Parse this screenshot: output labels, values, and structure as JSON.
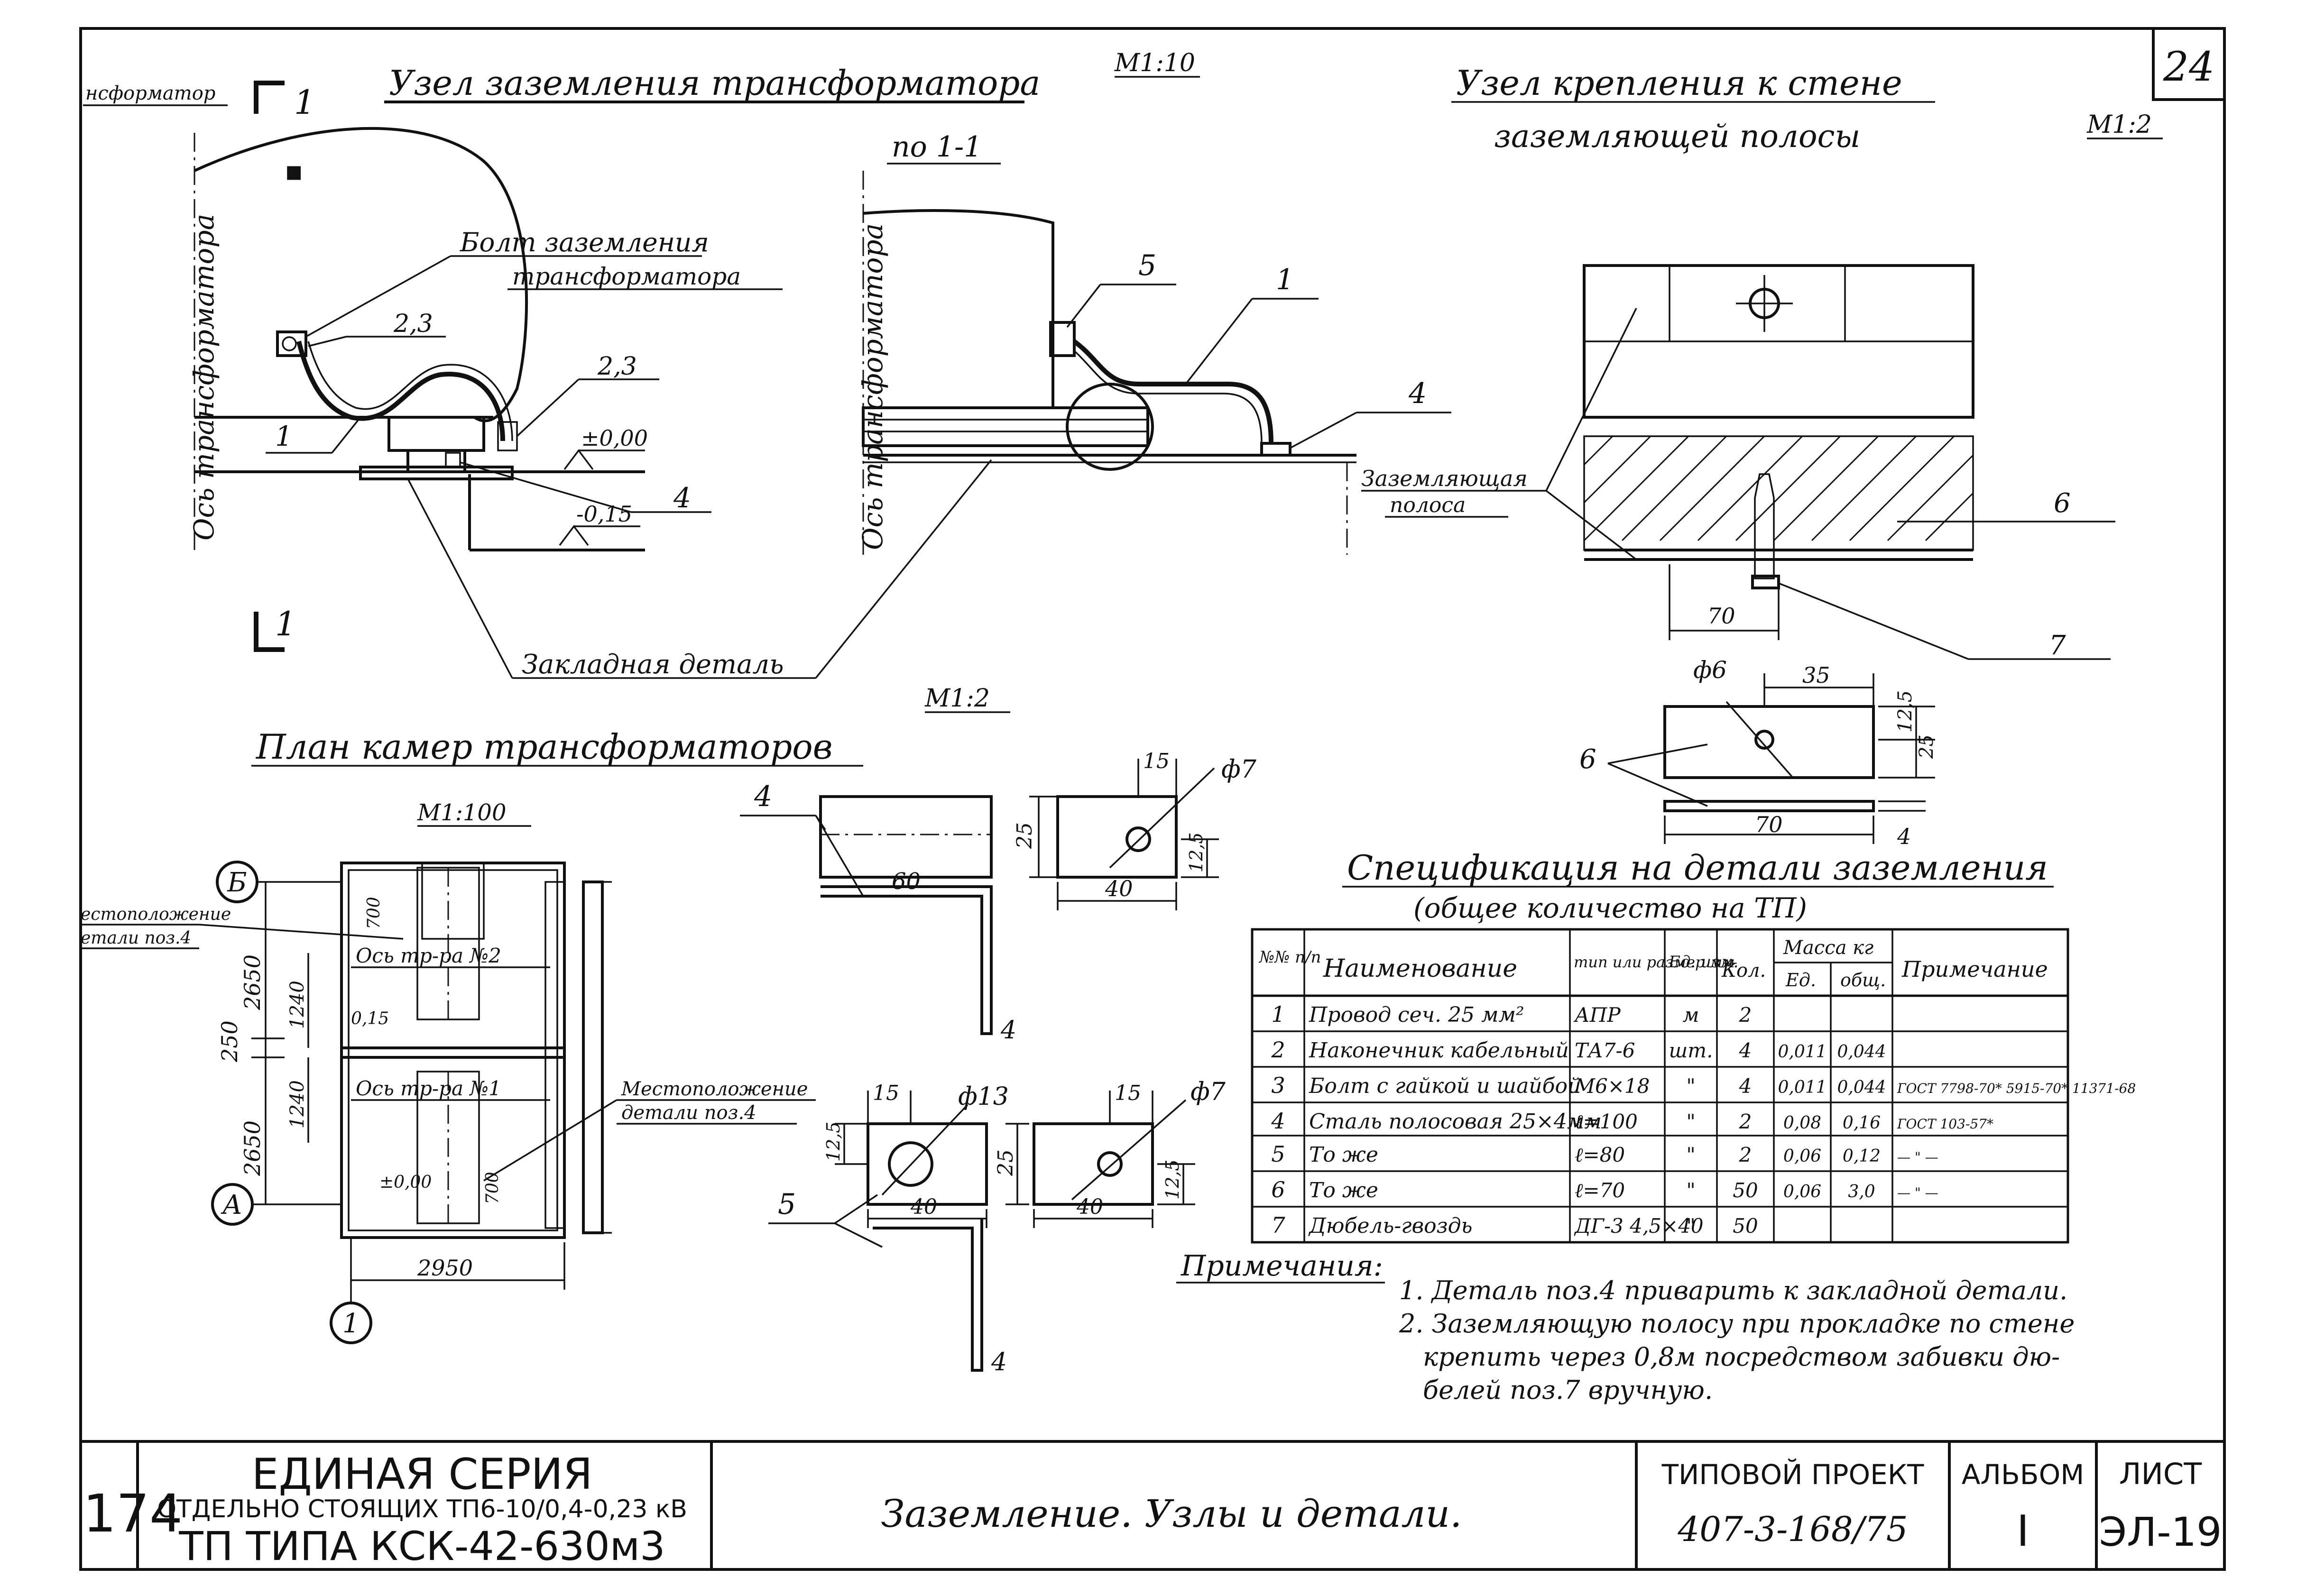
{
  "sheet": {
    "number": "24",
    "scale_top": "М1:10",
    "scale_mid": "М1:2",
    "scale_right": "М1:2",
    "scale_plan": "М1:100"
  },
  "node_transformer": {
    "title": "Узел заземления трансформатора",
    "tag_left": "нсформатор",
    "section_mark": "1",
    "axis_label": "Ось трансформатора",
    "bolt_label_1": "Болт заземления",
    "bolt_label_2": "трансформатора",
    "callout_23a": "2,3",
    "callout_23b": "2,3",
    "callout_1": "1",
    "callout_4": "4",
    "level_0": "±0,00",
    "level_015": "-0,15",
    "embedded": "Закладная деталь"
  },
  "section_11": {
    "title": "по 1-1",
    "axis_label": "Ось трансформатора",
    "callout_5": "5",
    "callout_1": "1",
    "callout_4": "4"
  },
  "wall_node": {
    "title_1": "Узел крепления к стене",
    "title_2": "заземляющей полосы",
    "strip_label_1": "Заземляющая",
    "strip_label_2": "полоса",
    "callout_6": "6",
    "callout_7": "7",
    "dim_70": "70"
  },
  "strip_detail": {
    "dia": "ф6",
    "dim_35": "35",
    "dim_125": "12,5",
    "dim_25": "25",
    "dim_70": "70",
    "dim_4": "4",
    "callout_6": "6"
  },
  "plan": {
    "title": "План камер трансформаторов",
    "scale": "М1:100",
    "axis_b": "Б",
    "axis_a": "А",
    "axis_1": "1",
    "loc_label_1": "естоположение",
    "loc_label_2": "етали поз.4",
    "loc_label_3": "Местоположение",
    "loc_label_4": "детали поз.4",
    "cell2": "Ось тр-ра №2",
    "cell1": "Ось тр-ра №1",
    "dim_2650a": "2650",
    "dim_250": "250",
    "dim_2650b": "2650",
    "dim_1240a": "1240",
    "dim_1240b": "1240",
    "dim_700a": "700",
    "dim_700b": "700",
    "dim_015": "0,15",
    "dim_000": "±0,00",
    "dim_2950": "2950"
  },
  "detail4": {
    "callout": "4",
    "dim_60": "60",
    "dim_25": "25",
    "dim_15": "15",
    "dim_7": "ф7",
    "dim_125": "12,5",
    "dim_40": "40",
    "dim_4": "4"
  },
  "detail5": {
    "callout": "5",
    "dim_15a": "15",
    "dim_13": "ф13",
    "dim_125a": "12,5",
    "dim_25": "25",
    "dim_40a": "40",
    "dim_15b": "15",
    "dim_7": "ф7",
    "dim_125b": "12,5",
    "dim_40b": "40",
    "dim_4": "4"
  },
  "spec": {
    "title": "Спецификация на детали заземления",
    "subtitle": "(общее количество на ТП)",
    "headers": {
      "num": "№№ п/п",
      "name": "Наименование",
      "type": "тип или размер мм",
      "unit": "Ед. изм.",
      "qty": "Кол.",
      "mass": "Масса кг",
      "mass_unit": "Ед.",
      "mass_total": "общ.",
      "note": "Примечание"
    },
    "rows": [
      {
        "n": "1",
        "name": "Провод сеч. 25 мм²",
        "type": "АПР",
        "unit": "м",
        "qty": "2",
        "m1": "",
        "m2": "",
        "note": ""
      },
      {
        "n": "2",
        "name": "Наконечник кабельный",
        "type": "ТА7-6",
        "unit": "шт.",
        "qty": "4",
        "m1": "0,011",
        "m2": "0,044",
        "note": ""
      },
      {
        "n": "3",
        "name": "Болт с гайкой и шайбой",
        "type": "М6×18",
        "unit": "\"",
        "qty": "4",
        "m1": "0,011",
        "m2": "0,044",
        "note": "ГОСТ 7798-70* 5915-70* 11371-68"
      },
      {
        "n": "4",
        "name": "Сталь полосовая 25×4мм",
        "type": "ℓ=100",
        "unit": "\"",
        "qty": "2",
        "m1": "0,08",
        "m2": "0,16",
        "note": "ГОСТ 103-57*"
      },
      {
        "n": "5",
        "name": "То же",
        "type": "ℓ=80",
        "unit": "\"",
        "qty": "2",
        "m1": "0,06",
        "m2": "0,12",
        "note": "— \" —"
      },
      {
        "n": "6",
        "name": "То же",
        "type": "ℓ=70",
        "unit": "\"",
        "qty": "50",
        "m1": "0,06",
        "m2": "3,0",
        "note": "— \" —"
      },
      {
        "n": "7",
        "name": "Дюбель-гвоздь",
        "type": "ДГ-3 4,5×40",
        "unit": "\"",
        "qty": "50",
        "m1": "",
        "m2": "",
        "note": ""
      }
    ]
  },
  "notes": {
    "title": "Примечания:",
    "line1": "1. Деталь поз.4 приварить к закладной детали.",
    "line2": "2. Заземляющую полосу при прокладке по стене",
    "line3": "крепить через 0,8м посредством забивки дю-",
    "line4": "белей поз.7 вручную."
  },
  "stamp": {
    "left_num": "174",
    "series_1": "ЕДИНАЯ СЕРИЯ",
    "series_2": "ОТДЕЛЬНО СТОЯЩИХ ТП6-10/0,4-0,23 кВ",
    "series_3": "ТП ТИПА КСК-42-630м3",
    "title": "Заземление. Узлы и детали.",
    "proj_label": "ТИПОВОЙ ПРОЕКТ",
    "proj_num": "407-3-168/75",
    "album_label": "АЛЬБОМ",
    "album_num": "I",
    "sheet_label": "ЛИСТ",
    "sheet_num": "ЭЛ-19"
  }
}
